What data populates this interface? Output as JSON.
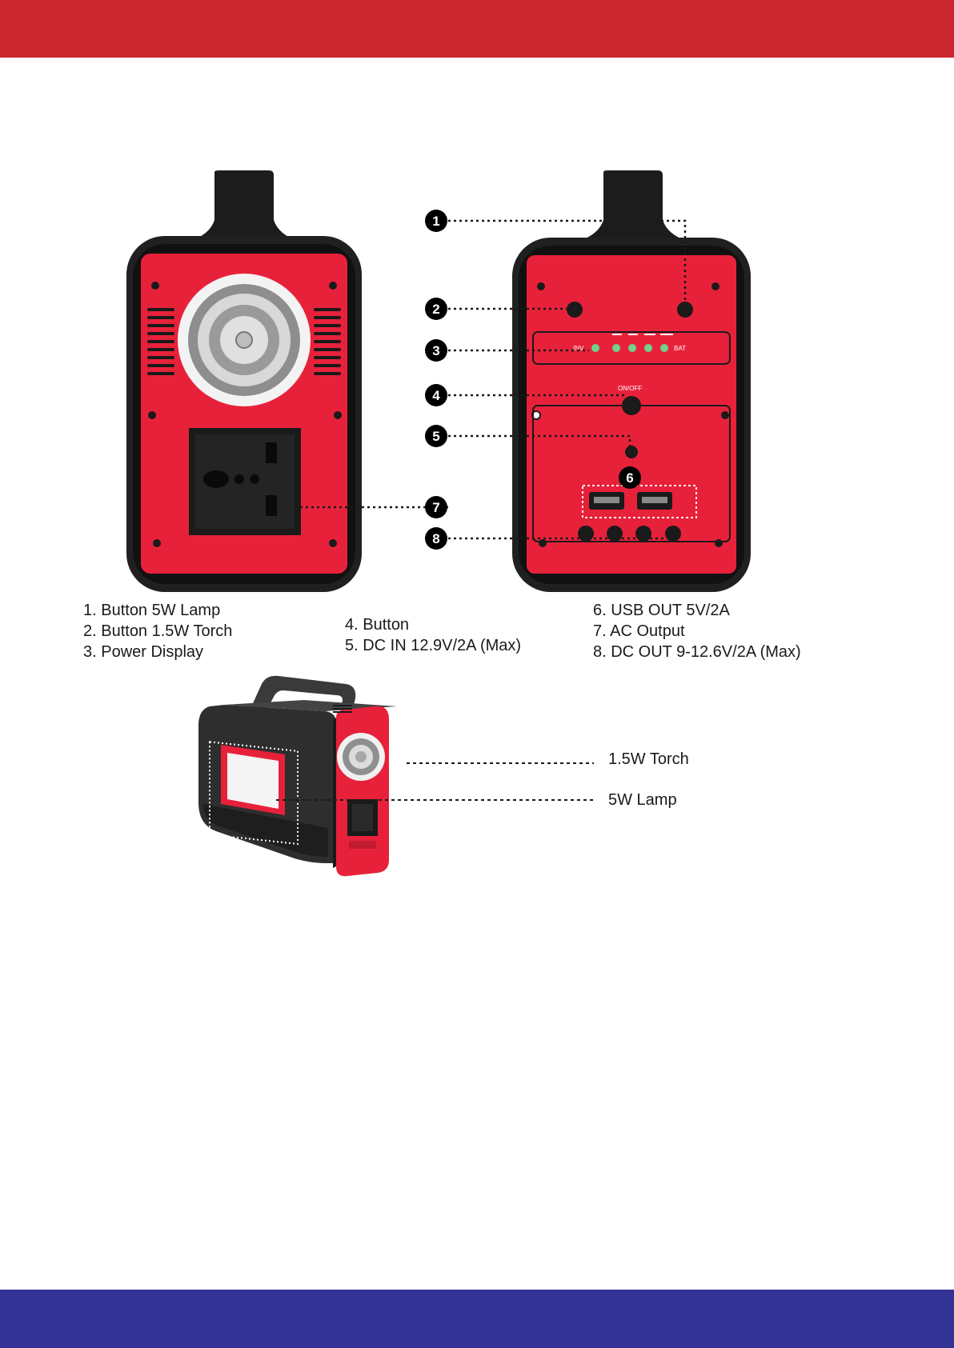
{
  "legend": {
    "col1": [
      "1. Button 5W Lamp",
      "2. Button 1.5W Torch",
      "3. Power Display"
    ],
    "col2": [
      "4. Button",
      "5. DC IN 12.9V/2A (Max)"
    ],
    "col3": [
      "6. USB OUT 5V/2A",
      "7. AC Output",
      "8. DC OUT 9-12.6V/2A (Max)"
    ]
  },
  "callouts": {
    "numbers": [
      "1",
      "2",
      "3",
      "4",
      "5",
      "6",
      "7",
      "8"
    ]
  },
  "panel": {
    "inv_label": "INV",
    "bat_label": "BAT",
    "onoff_label": "ON/OFF"
  },
  "product_callouts": {
    "torch": "1.5W Torch",
    "lamp": "5W Lamp"
  },
  "colors": {
    "header_red": "#cc2631",
    "footer_blue": "#323394",
    "device_red": "#e8213a",
    "device_black": "#1c1c1c",
    "led_green": "#6fd38a"
  }
}
